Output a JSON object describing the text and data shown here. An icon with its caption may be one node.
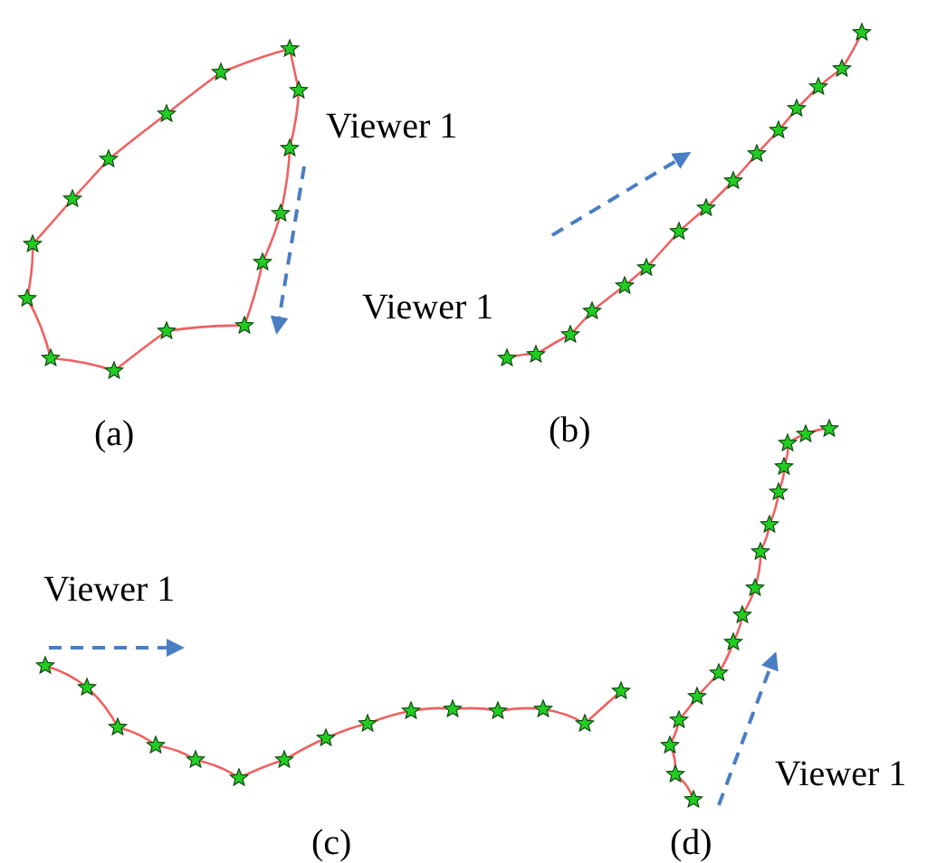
{
  "diagram": {
    "labels": [
      "Viewer 1",
      "(a)",
      "Viewer 1",
      "(b)",
      "Viewer 1",
      "(c)",
      "Viewer 1",
      "(d)"
    ]
  }
}
